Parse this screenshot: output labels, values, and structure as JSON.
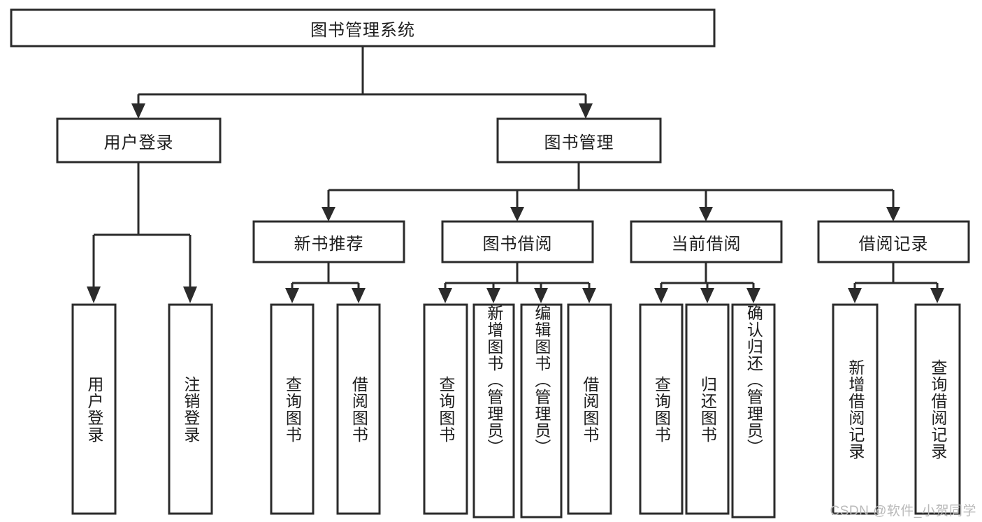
{
  "diagram": {
    "title": "图书管理系统",
    "type": "tree-hierarchy-diagram",
    "orientation": "top-down",
    "colors": {
      "box_stroke": "#2b2b2b",
      "box_fill": "#ffffff",
      "connector": "#2b2b2b",
      "text": "#1d1d1d",
      "watermark": "#b9b9b9",
      "background": "#ffffff"
    },
    "root": {
      "label": "图书管理系统"
    },
    "level2": [
      {
        "label": "用户登录"
      },
      {
        "label": "图书管理"
      }
    ],
    "level3": [
      {
        "label": "新书推荐"
      },
      {
        "label": "图书借阅"
      },
      {
        "label": "当前借阅"
      },
      {
        "label": "借阅记录"
      }
    ],
    "leaves": {
      "user_login": [
        {
          "label": "用户登录"
        },
        {
          "label": "注销登录"
        }
      ],
      "new_book_recommend": [
        {
          "label": "查询图书"
        },
        {
          "label": "借阅图书"
        }
      ],
      "book_borrow": [
        {
          "label": "查询图书"
        },
        {
          "label": "新增图书（管理员）"
        },
        {
          "label": "编辑图书（管理员）"
        },
        {
          "label": "借阅图书"
        }
      ],
      "current_borrow": [
        {
          "label": "查询图书"
        },
        {
          "label": "归还图书"
        },
        {
          "label": "确认归还（管理员）"
        }
      ],
      "borrow_record": [
        {
          "label": "新增借阅记录"
        },
        {
          "label": "查询借阅记录"
        }
      ]
    },
    "watermark": "CSDN @软件_小贺同学"
  }
}
